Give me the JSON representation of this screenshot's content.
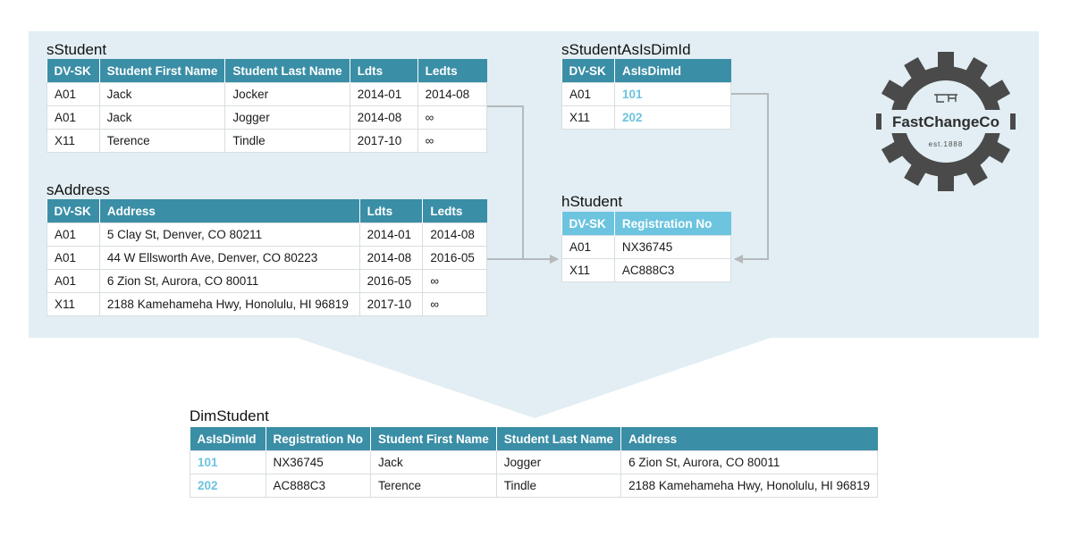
{
  "sStudent": {
    "title": "sStudent",
    "columns": [
      "DV-SK",
      "Student First Name",
      "Student Last Name",
      "Ldts",
      "Ledts"
    ],
    "rows": [
      [
        "A01",
        "Jack",
        "Jocker",
        "2014-01",
        "2014-08"
      ],
      [
        "A01",
        "Jack",
        "Jogger",
        "2014-08",
        "∞"
      ],
      [
        "X11",
        "Terence",
        "Tindle",
        "2017-10",
        "∞"
      ]
    ]
  },
  "sAddress": {
    "title": "sAddress",
    "columns": [
      "DV-SK",
      "Address",
      "Ldts",
      "Ledts"
    ],
    "rows": [
      [
        "A01",
        "5 Clay St, Denver, CO 80211",
        "2014-01",
        "2014-08"
      ],
      [
        "A01",
        "44 W Ellsworth Ave, Denver, CO 80223",
        "2014-08",
        "2016-05"
      ],
      [
        "A01",
        "6 Zion St, Aurora, CO 80011",
        "2016-05",
        "∞"
      ],
      [
        "X11",
        "2188 Kamehameha Hwy, Honolulu, HI 96819",
        "2017-10",
        "∞"
      ]
    ]
  },
  "sStudentAsIsDimId": {
    "title": "sStudentAsIsDimId",
    "columns": [
      "DV-SK",
      "AsIsDimId"
    ],
    "rows": [
      [
        "A01",
        "101"
      ],
      [
        "X11",
        "202"
      ]
    ]
  },
  "hStudent": {
    "title": "hStudent",
    "columns": [
      "DV-SK",
      "Registration No"
    ],
    "rows": [
      [
        "A01",
        "NX36745"
      ],
      [
        "X11",
        "AC888C3"
      ]
    ]
  },
  "DimStudent": {
    "title": "DimStudent",
    "columns": [
      "AsIsDimId",
      "Registration No",
      "Student First Name",
      "Student Last Name",
      "Address"
    ],
    "rows": [
      [
        "101",
        "NX36745",
        "Jack",
        "Jogger",
        "6 Zion St, Aurora, CO 80011"
      ],
      [
        "202",
        "AC888C3",
        "Terence",
        "Tindle",
        "2188 Kamehameha Hwy, Honolulu, HI 96819"
      ]
    ]
  },
  "logo": {
    "name": "FastChangeCo",
    "est": "est.1888",
    "icon": "gear-icon"
  },
  "colors": {
    "header": "#3a8ea6",
    "header_light": "#6cc4df",
    "panel": "#e2eef3",
    "key_value": "#6cc4df",
    "arrow": "#b5b9bc",
    "gear": "#4a4a4a"
  }
}
